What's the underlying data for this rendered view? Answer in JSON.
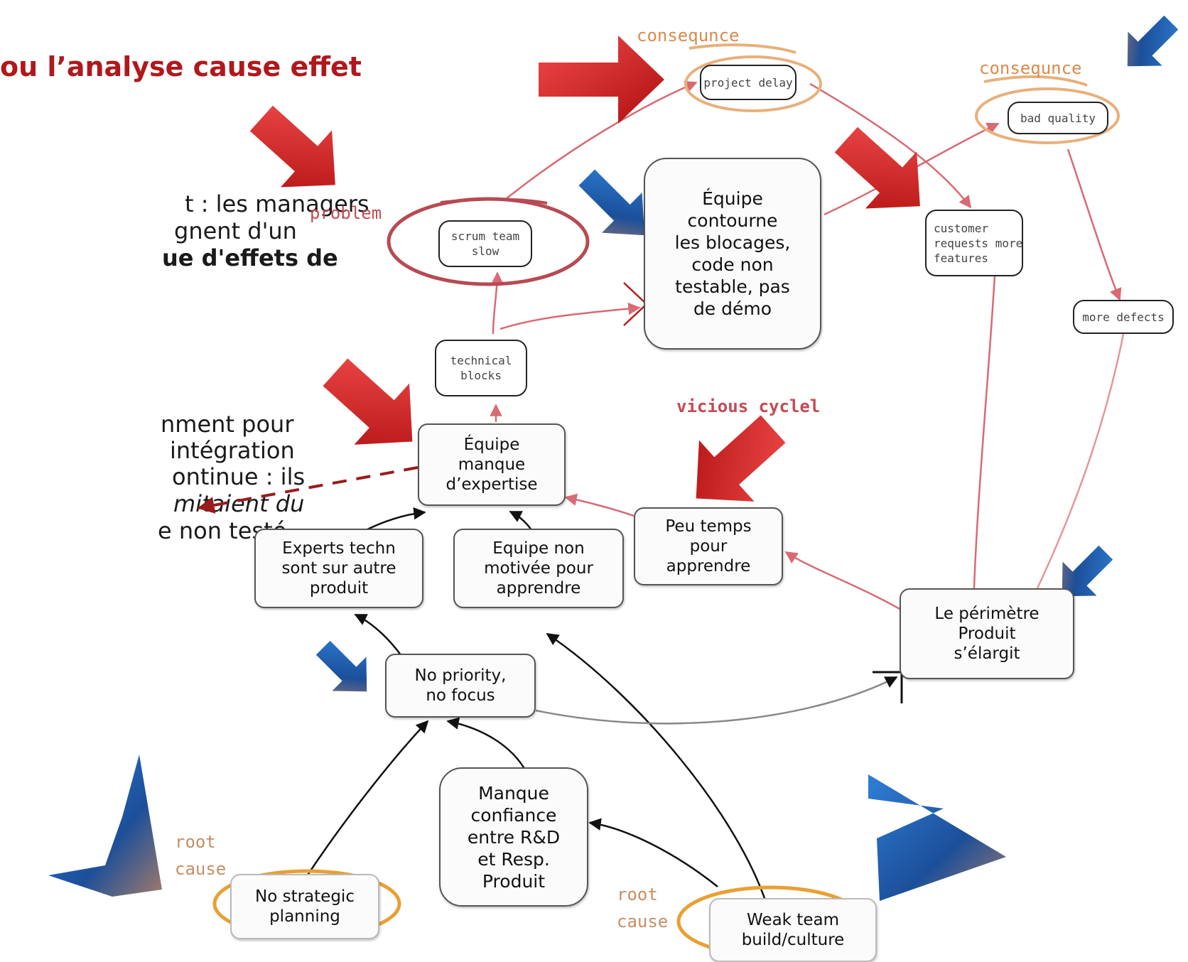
{
  "slide": {
    "title": "ou l’analyse cause effet",
    "text_top": [
      "t : les managers",
      "gnent d'un",
      "ue d'effets de"
    ],
    "text_bottom": [
      "nment pour",
      "intégration",
      "ontinue : ils",
      "mitaient du",
      "e non testé"
    ]
  },
  "sketch_labels": {
    "consequence_1": "consequnce",
    "consequence_2": "consequnce",
    "problem": "problem",
    "vicious_cycle": "vicious cyclel",
    "root_cause_1": "root\ncause",
    "root_cause_2": "root\ncause"
  },
  "sketch_nodes": {
    "project_delay": "project delay",
    "bad_quality": "bad quality",
    "scrum_team_slow": "scrum team\nslow",
    "technical_blocks": "technical\nblocks",
    "customer_requests": "customer\nrequests more\nfeatures",
    "more_defects": "more defects"
  },
  "boxes": {
    "equipe_contourne": "Équipe\ncontourne\nles blocages,\ncode non\ntestable, pas\nde démo",
    "equipe_manque": "Équipe\nmanque\nd’expertise",
    "peu_temps": "Peu temps\npour\napprendre",
    "experts_techn": "Experts techn\nsont sur autre\nproduit",
    "equipe_non_motivee": "Equipe non\nmotivée pour\napprendre",
    "perimetre": "Le périmètre\nProduit\ns’élargit",
    "no_priority": "No priority,\nno focus",
    "manque_confiance": "Manque\nconfiance\nentre R&D\net Resp.\nProduit",
    "no_strategic": "No strategic\nplanning",
    "weak_team": "Weak team\nbuild/culture"
  },
  "colors": {
    "title": "#b0181c",
    "red_arrow": "#d01a1a",
    "blue_arrow": "#1f5fae",
    "orange_ring": "#e8a033",
    "sketch_red": "#c44b55",
    "dashed": "#9a1b1b"
  }
}
